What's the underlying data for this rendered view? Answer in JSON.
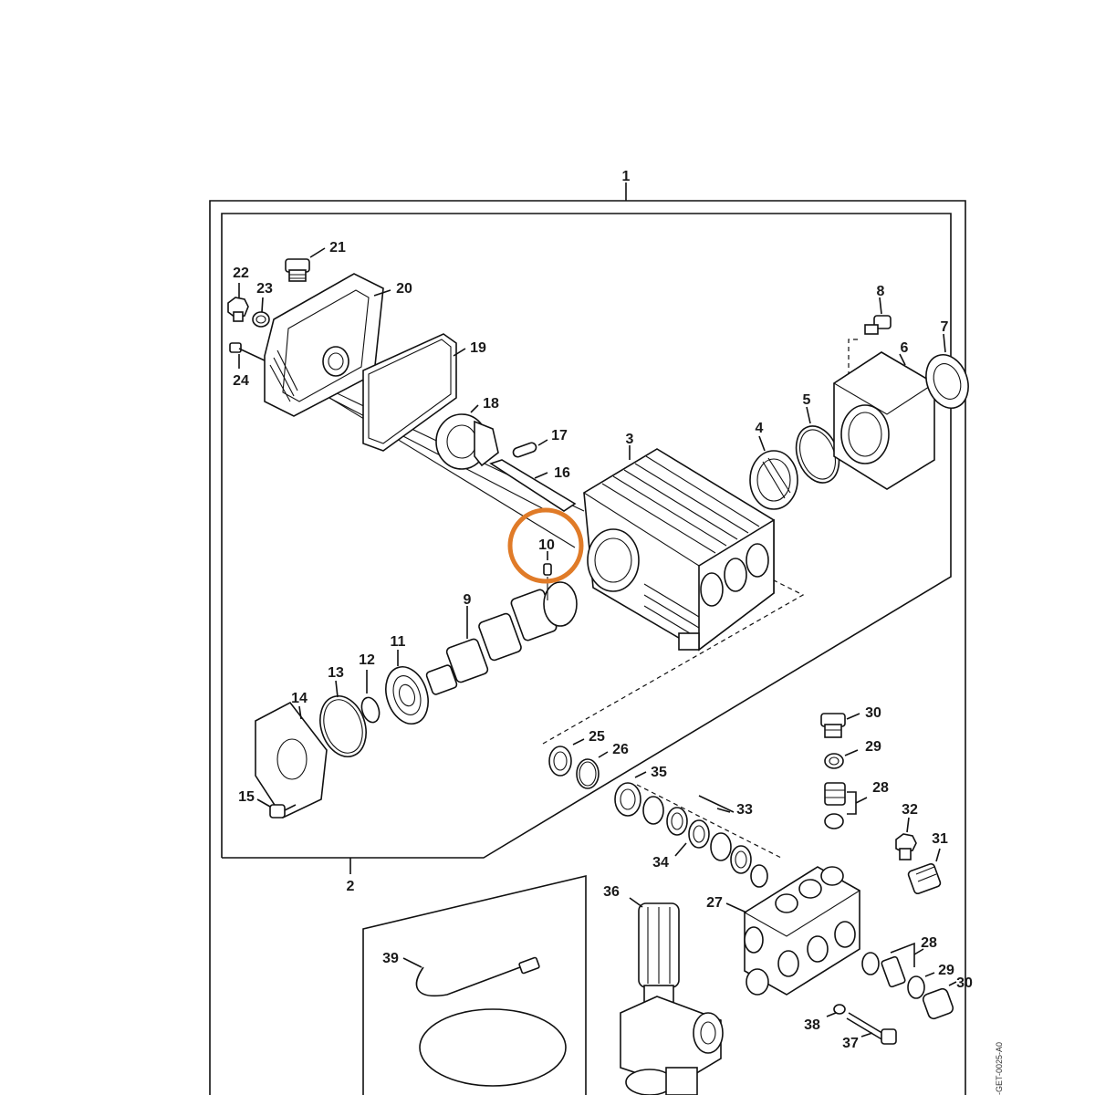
{
  "diagram": {
    "highlight_color": "#e07b28",
    "highlighted_part": "10",
    "corner_code": "-GET-0025-A0",
    "labels": {
      "l1": "1",
      "l2": "2",
      "l3": "3",
      "l4": "4",
      "l5": "5",
      "l6": "6",
      "l7": "7",
      "l8": "8",
      "l9": "9",
      "l10": "10",
      "l11": "11",
      "l12": "12",
      "l13": "13",
      "l14": "14",
      "l15": "15",
      "l16": "16",
      "l17": "17",
      "l18": "18",
      "l19": "19",
      "l20": "20",
      "l21": "21",
      "l22": "22",
      "l23": "23",
      "l24": "24",
      "l25": "25",
      "l26": "26",
      "l27": "27",
      "l28a": "28",
      "l28b": "28",
      "l29a": "29",
      "l29b": "29",
      "l30a": "30",
      "l30b": "30",
      "l31": "31",
      "l32": "32",
      "l33": "33",
      "l34": "34",
      "l35": "35",
      "l36": "36",
      "l37": "37",
      "l38": "38",
      "l39": "39"
    }
  }
}
